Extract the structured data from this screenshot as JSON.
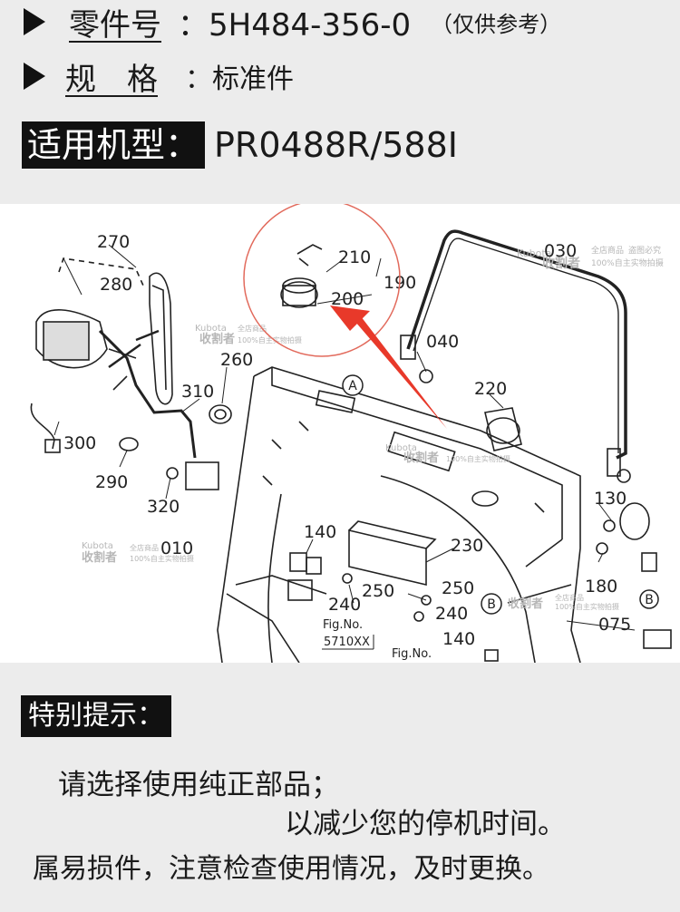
{
  "header": {
    "part_label": "零件号",
    "part_value": "：5H484-356-0",
    "part_note": "（仅供参考）",
    "spec_label": "规　格",
    "spec_value": "：标准件",
    "model_label": "适用机型：",
    "model_value": "PR0488R/588I"
  },
  "diagram": {
    "callouts": [
      "270",
      "280",
      "030",
      "210",
      "190",
      "200",
      "040",
      "260",
      "310",
      "220",
      "300",
      "290",
      "320",
      "130",
      "140",
      "010",
      "230",
      "250",
      "240",
      "180",
      "075",
      "A",
      "B"
    ],
    "fig_label": "Fig.No.",
    "fig_number": "5710XX",
    "fig_label_2": "Fig.No.",
    "watermark_brand": "Kubota",
    "watermark_name": "收割者",
    "watermark_tag": "全店商品",
    "watermark_note": "盗图必究",
    "watermark_sub": "100%自主实物拍摄",
    "colors": {
      "arrow": "#e8392a",
      "circle": "#e26a5c"
    }
  },
  "tips": {
    "heading": "特别提示：",
    "line1": "请选择使用纯正部品；",
    "line2": "以减少您的停机时间。",
    "line3": "属易损件，注意检查使用情况，及时更换。"
  }
}
